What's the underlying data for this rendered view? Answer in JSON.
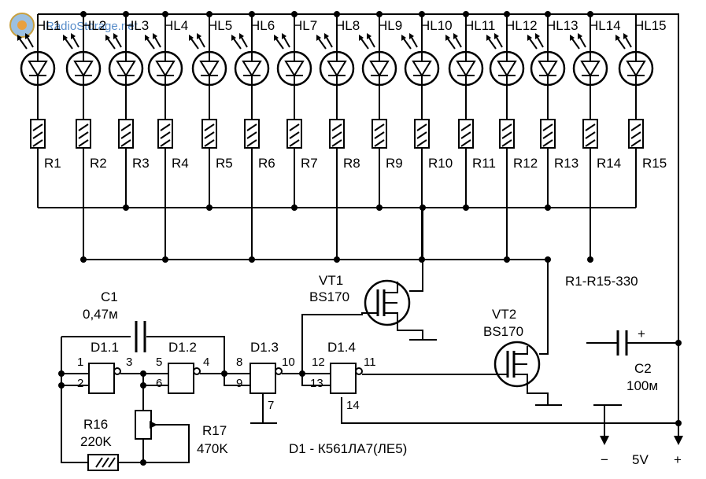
{
  "watermark": "RadioStorage.net",
  "leds": [
    "HL1",
    "HL2",
    "HL3",
    "HL4",
    "HL5",
    "HL6",
    "HL7",
    "HL8",
    "HL9",
    "HL10",
    "HL11",
    "HL12",
    "HL13",
    "HL14",
    "HL15"
  ],
  "resistors": [
    "R1",
    "R2",
    "R3",
    "R4",
    "R5",
    "R6",
    "R7",
    "R8",
    "R9",
    "R10",
    "R11",
    "R12",
    "R13",
    "R14",
    "R15"
  ],
  "resistor_note": "R1-R15-330",
  "vt1": {
    "name": "VT1",
    "type": "BS170"
  },
  "vt2": {
    "name": "VT2",
    "type": "BS170"
  },
  "c1": {
    "name": "C1",
    "value": "0,47м"
  },
  "c2": {
    "name": "C2",
    "value": "100м",
    "polarity": "+"
  },
  "r16": {
    "name": "R16",
    "value": "220K"
  },
  "r17": {
    "name": "R17",
    "value": "470K"
  },
  "gates": [
    {
      "name": "D1.1",
      "in1": "1",
      "in2": "2",
      "out": "3"
    },
    {
      "name": "D1.2",
      "in1": "5",
      "in2": "6",
      "out": "4"
    },
    {
      "name": "D1.3",
      "in1": "8",
      "in2": "9",
      "out": "10",
      "extra": "7"
    },
    {
      "name": "D1.4",
      "in1": "12",
      "in2": "13",
      "out": "11",
      "extra": "14"
    }
  ],
  "chip_note": "D1 - К561ЛА7(ЛЕ5)",
  "power": {
    "minus": "−",
    "voltage": "5V",
    "plus": "+"
  }
}
